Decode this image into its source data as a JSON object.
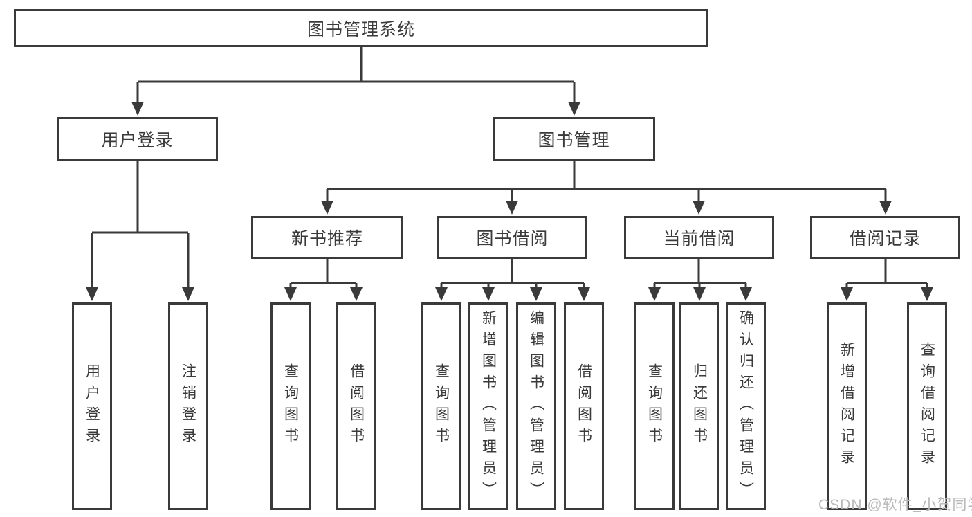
{
  "colors": {
    "line-color": "#3a3a3a",
    "text-color": "#3a3a3a",
    "watermark-color": "#b9b9b9",
    "canvas-bg": "#ffffff"
  },
  "watermark": {
    "text": "CSDN @软件_小贺同学"
  },
  "tree": {
    "label": "图书管理系统",
    "children": [
      {
        "label": "用户登录",
        "children": [
          {
            "label": "用户登录"
          },
          {
            "label": "注销登录"
          }
        ]
      },
      {
        "label": "图书管理",
        "children": [
          {
            "label": "新书推荐",
            "children": [
              {
                "label": "查询图书"
              },
              {
                "label": "借阅图书"
              }
            ]
          },
          {
            "label": "图书借阅",
            "children": [
              {
                "label": "查询图书"
              },
              {
                "label": "新增图书（管理员）"
              },
              {
                "label": "编辑图书（管理员）"
              },
              {
                "label": "借阅图书"
              }
            ]
          },
          {
            "label": "当前借阅",
            "children": [
              {
                "label": "查询图书"
              },
              {
                "label": "归还图书"
              },
              {
                "label": "确认归还（管理员）"
              }
            ]
          },
          {
            "label": "借阅记录",
            "children": [
              {
                "label": "新增借阅记录"
              },
              {
                "label": "查询借阅记录"
              }
            ]
          }
        ]
      }
    ]
  }
}
